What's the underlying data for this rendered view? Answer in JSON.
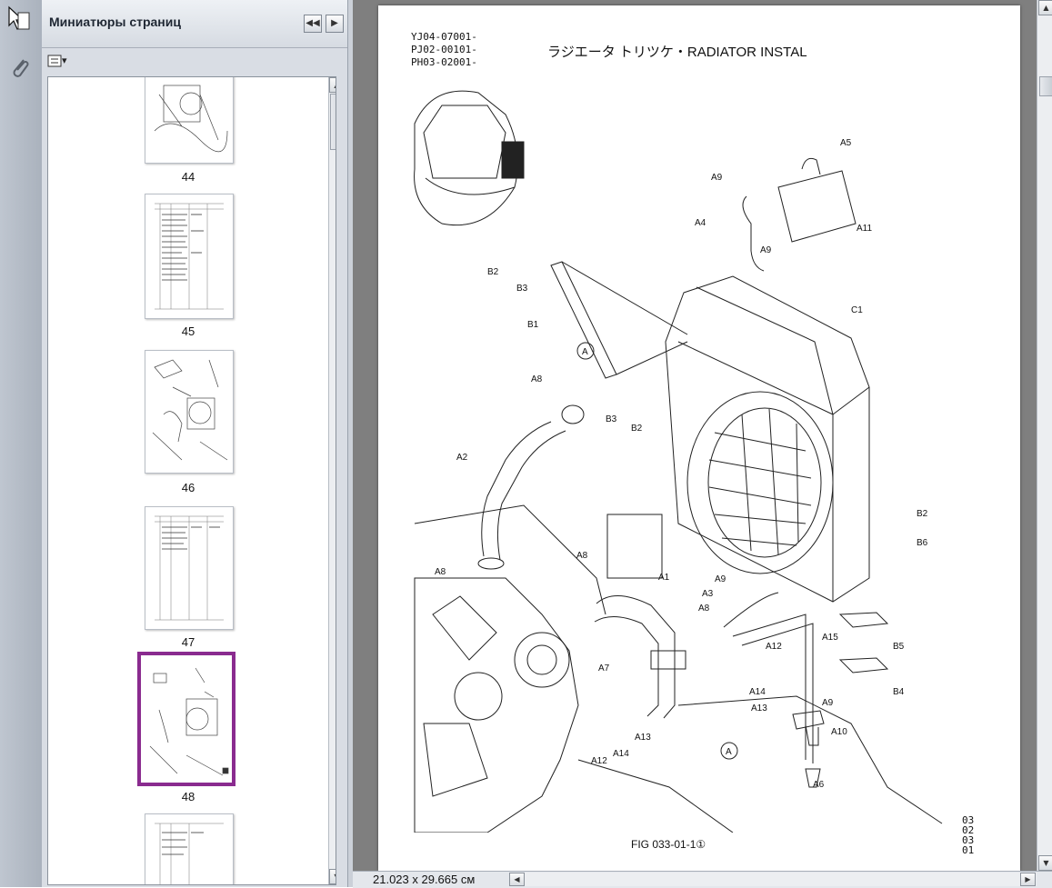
{
  "panel": {
    "title": "Миниатюры страниц",
    "prev_label": "◀◀",
    "next_label": "▶",
    "options_label": "▾"
  },
  "thumbnails": [
    {
      "label": "44"
    },
    {
      "label": "45"
    },
    {
      "label": "46"
    },
    {
      "label": "47"
    },
    {
      "label": "48",
      "selected": true
    }
  ],
  "document": {
    "codes": [
      "YJ04-07001-",
      "PJ02-00101-",
      "PH03-02001-"
    ],
    "title": "ラジエータ トリツケ・RADIATOR INSTAL",
    "caption": "FIG 033-01-1①",
    "page_codes": [
      "03",
      "02",
      "03",
      "01"
    ],
    "callouts": [
      "A5",
      "A9",
      "A4",
      "A11",
      "A9",
      "B2",
      "B3",
      "C1",
      "B1",
      "A",
      "A8",
      "B3",
      "B2",
      "A2",
      "B2",
      "B6",
      "A8",
      "A1",
      "A8",
      "A9",
      "A3",
      "A8",
      "A15",
      "B5",
      "A12",
      "A7",
      "A14",
      "A9",
      "B4",
      "A13",
      "A13",
      "A10",
      "A12",
      "A14",
      "A",
      "A6"
    ]
  },
  "status": {
    "page_size": "21.023 x 29.665 см"
  },
  "colors": {
    "selection": "#8a2b8f",
    "panel_bg": "#d9dde4",
    "doc_bg": "#7f7f7f"
  }
}
